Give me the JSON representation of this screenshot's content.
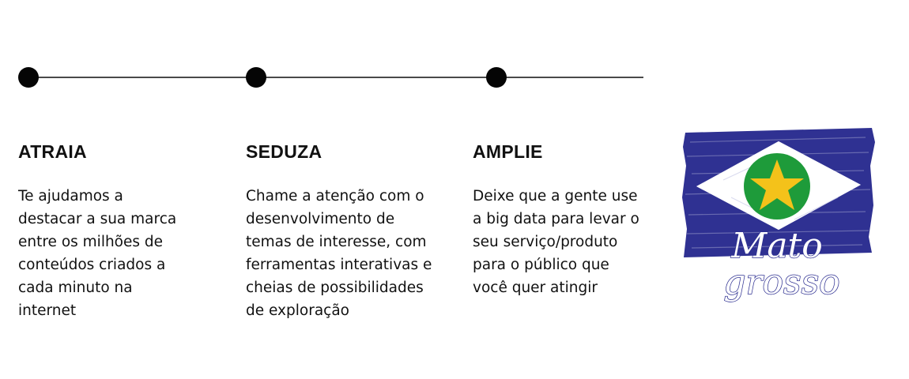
{
  "steps": [
    {
      "title": "ATRAIA",
      "text": "Te ajudamos a\ndestacar a sua marca\nentre os milhões de\nconteúdos criados a\ncada minuto na\ninternet"
    },
    {
      "title": "SEDUZA",
      "text": "Chame a atenção com o\ndesenvolvimento de\ntemas de interesse, com\nferramentas interativas e\ncheias de possibilidades\nde exploração"
    },
    {
      "title": "AMPLIE",
      "text": "Deixe que a gente use\na big data para levar o\nseu serviço/produto\npara o público que\nvocê quer atingir"
    }
  ],
  "flag": {
    "label_line1": "Mato",
    "label_line2": "grosso",
    "colors": {
      "blue": "#2f3192",
      "white": "#ffffff",
      "green": "#1e9b3a",
      "yellow": "#f4c21a"
    }
  },
  "colors": {
    "dot": "#050505",
    "line": "#4a4a4a",
    "text": "#111111"
  }
}
